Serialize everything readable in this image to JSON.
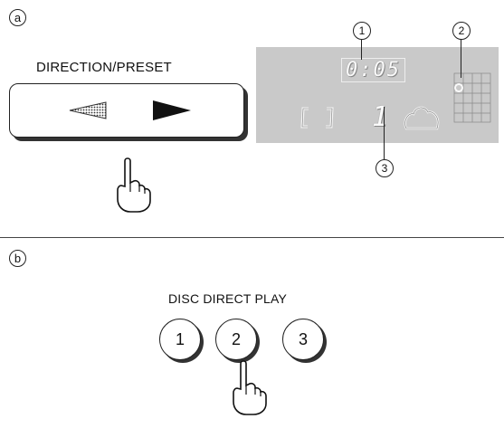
{
  "section_a": {
    "marker": "a",
    "button_label": "DIRECTION/PRESET",
    "display": {
      "time": "0:05",
      "disc": "1",
      "callouts": [
        "1",
        "2",
        "3"
      ]
    }
  },
  "section_b": {
    "marker": "b",
    "label": "DISC DIRECT PLAY",
    "buttons": [
      "1",
      "2",
      "3"
    ]
  },
  "icons": [
    "reverse-arrow-icon",
    "forward-arrow-icon",
    "pointing-hand-icon",
    "disc-changer-icon"
  ]
}
